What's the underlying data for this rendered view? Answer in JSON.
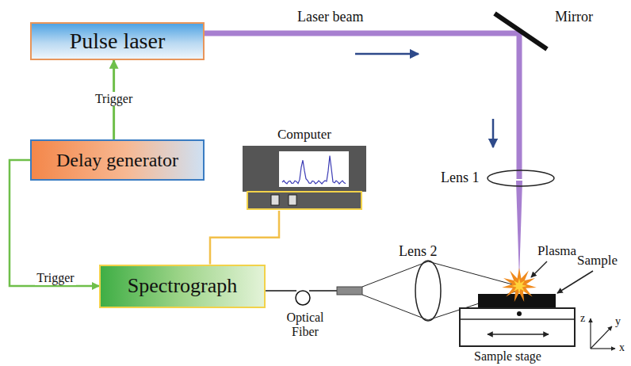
{
  "diagram": {
    "nodes": [
      {
        "text": [
          "Pulse laser"
        ]
      },
      {
        "text": [
          "Delay generator"
        ]
      },
      {
        "text": [
          "Computer"
        ]
      },
      {
        "text": [
          "Spectrograph"
        ]
      }
    ],
    "edges": [
      {
        "from": 1,
        "to": 0,
        "arrow": "to",
        "label": "Trigger"
      },
      {
        "from": 1,
        "to": 3,
        "arrow": "to",
        "label": "Trigger"
      },
      {
        "from": 3,
        "to": 2,
        "arrow": "none"
      }
    ],
    "labels": [
      "Laser beam",
      "Mirror",
      "Lens 1",
      "Plasma",
      "Sample",
      "Lens 2",
      "Optical Fiber",
      "Sample stage",
      "z",
      "y",
      "x"
    ]
  }
}
